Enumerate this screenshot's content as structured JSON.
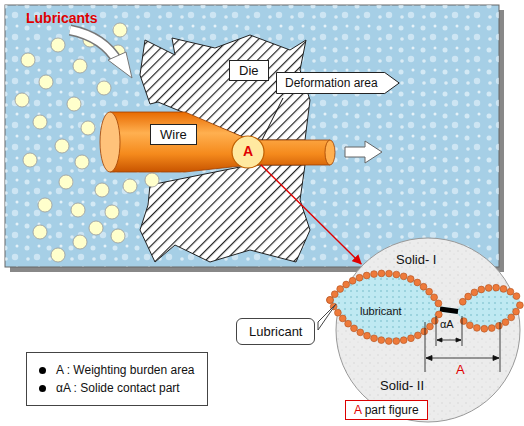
{
  "diagram": {
    "nodes": [
      {
        "text": [
          "Die"
        ]
      },
      {
        "text": [
          "Deformation area"
        ]
      },
      {
        "text": [
          "Wire"
        ]
      },
      {
        "text": [
          "A"
        ]
      },
      {
        "text": [
          "Solid- I",
          "lubricant",
          "αA",
          "A",
          "Solid- II"
        ]
      },
      {
        "text": [
          "Lubricant"
        ]
      },
      {
        "text": [
          "A : Weighting burden area",
          "αA : Solide contact part"
        ]
      },
      {
        "text": [
          "A part figure"
        ]
      }
    ],
    "edges": [
      {
        "from": 3,
        "to": 4,
        "arrow": "to"
      }
    ],
    "labels": [
      "Lubricants"
    ]
  }
}
